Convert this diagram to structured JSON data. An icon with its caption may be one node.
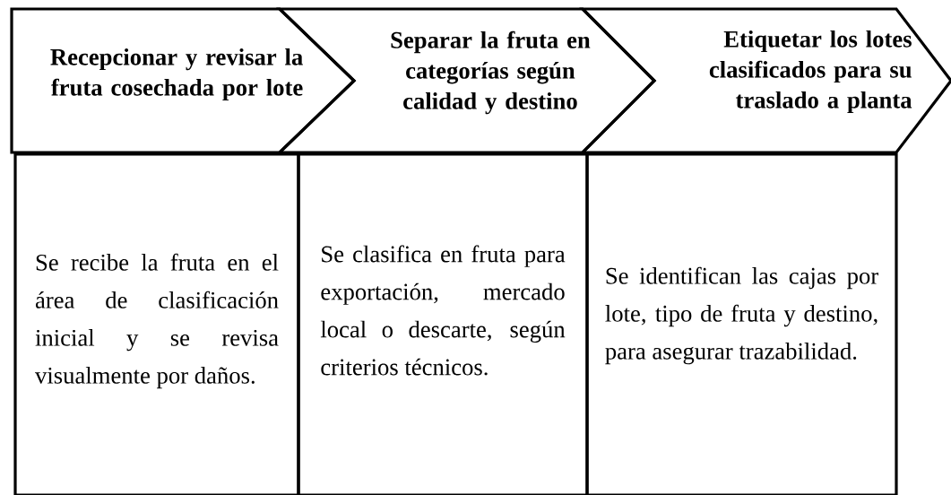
{
  "diagram": {
    "nodes": [
      {
        "text": [
          "Recepcionar y revisar la fruta cosechada por lote"
        ]
      },
      {
        "text": [
          "Separar la fruta en categorías según calidad y destino"
        ]
      },
      {
        "text": [
          "Etiquetar los lotes clasificados para su traslado a planta"
        ]
      },
      {
        "text": [
          "Se recibe la fruta en el área de clasificación inicial y se revisa visualmente por daños."
        ]
      },
      {
        "text": [
          "Se clasifica en fruta para exportación, mercado local o descarte, según criterios técnicos."
        ]
      },
      {
        "text": [
          "Se identifican las cajas por lote, tipo de fruta y destino, para asegurar trazabilidad."
        ]
      }
    ]
  }
}
